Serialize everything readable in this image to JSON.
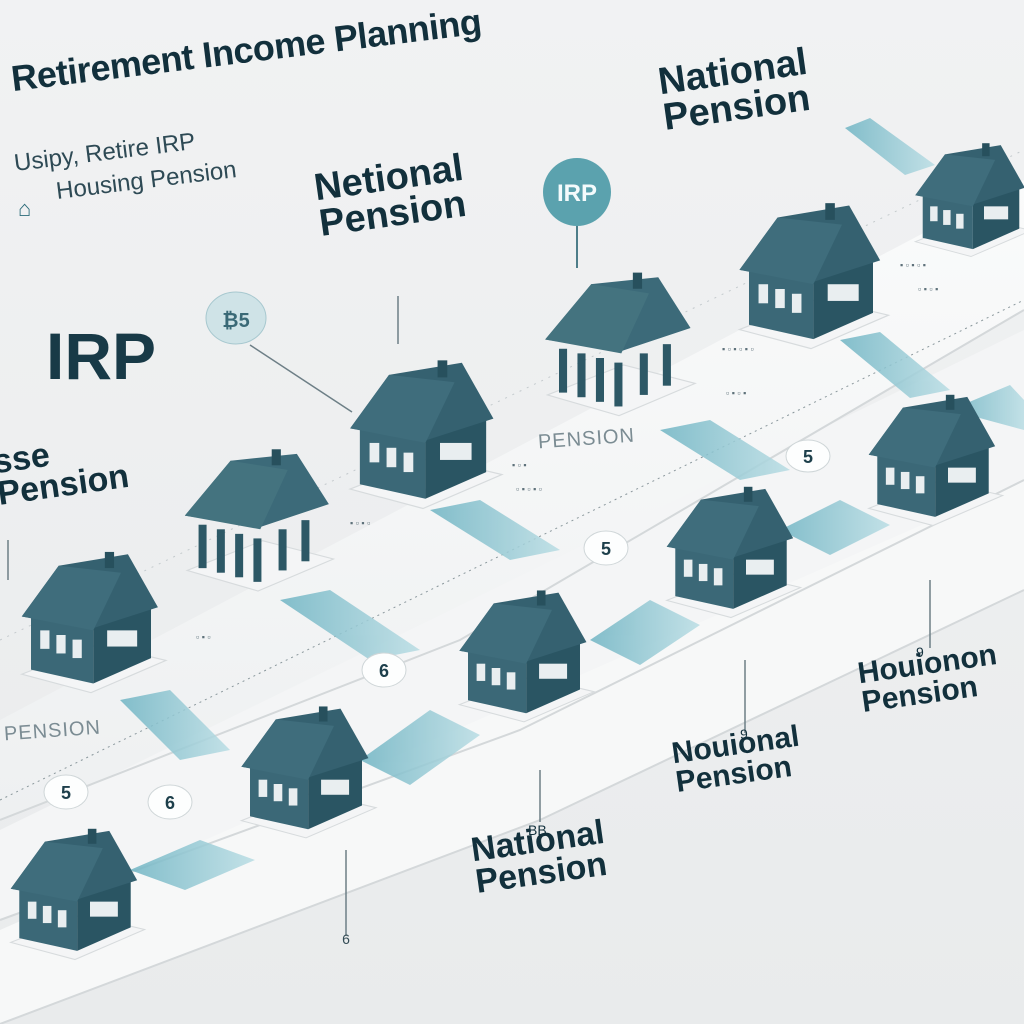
{
  "header": {
    "title": "Retirement Income Planning",
    "subtitle_line1": "Usipy, Retire IRP",
    "subtitle_line2": "Housing Pension"
  },
  "callouts": {
    "irp_big": "IRP",
    "irp_balloon": "IRP",
    "coin_top_left": "₿5",
    "left_edge": "sse Pension",
    "national_top": "National Pension",
    "netional_mid": "Netional Pension",
    "pension_faded_mid": "PENSION",
    "pension_faded_left": "PENSION",
    "houionon": "Houionon Pension",
    "nouional": "Nouional Pension",
    "national_bottom": "National Pension"
  },
  "markers": {
    "coin_a": "5",
    "coin_b": "5",
    "coin_c": "6",
    "coin_d": "5",
    "coin_e": "6",
    "coin_f": "6",
    "pin_a": "9",
    "pin_b": "9",
    "pin_c": "ΒΒ"
  },
  "colors": {
    "house_roof": "#2f5d6b",
    "house_wall": "#3a6978",
    "path": "#5aa6b7",
    "platform": "#f6f7f7",
    "balloon": "#5ba2ae"
  },
  "icons": {
    "house": "house-icon",
    "pension_building": "columned-building-icon",
    "balloon": "map-pin-balloon-icon",
    "coin": "coin-icon",
    "housing": "housing-icon"
  }
}
